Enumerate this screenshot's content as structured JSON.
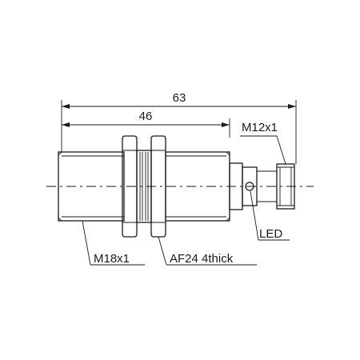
{
  "dimensions": {
    "overall_length": "63",
    "thread_length": "46",
    "connector_thread": "M12x1"
  },
  "callouts": {
    "body_thread": "M18x1",
    "nut": "AF24 4thick",
    "indicator": "LED"
  }
}
